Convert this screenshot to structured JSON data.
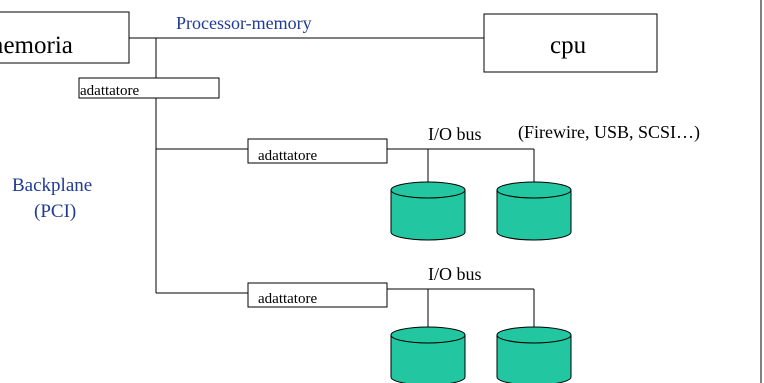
{
  "components": {
    "memoria": "memoria",
    "cpu": "cpu",
    "adapters": [
      "adattatore",
      "adattatore",
      "adattatore"
    ]
  },
  "bus_labels": {
    "processor_memory": "Processor-memory",
    "backplane_line1": "Backplane",
    "backplane_line2": "(PCI)",
    "io_bus_1": "I/O bus",
    "io_bus_2": "I/O bus",
    "io_bus_1_note": "(Firewire, USB, SCSI…)"
  },
  "colors": {
    "disk_fill": "#22c6a0",
    "label_blue": "#1f3b94",
    "line": "#000000"
  }
}
